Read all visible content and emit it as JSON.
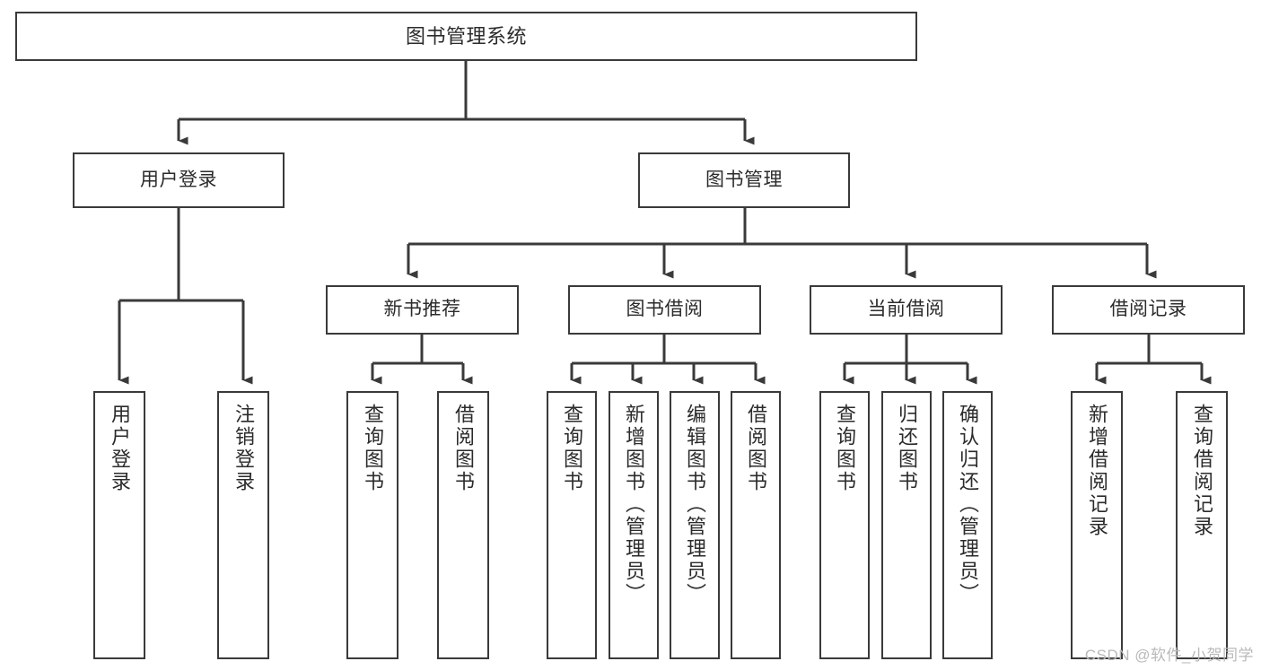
{
  "diagram": {
    "title": "图书管理系统",
    "type": "tree-hierarchy",
    "watermark": "CSDN @软件_小贺同学",
    "colors": {
      "box_border": "#3a3a3a",
      "box_fill": "#ffffff",
      "edge": "#3a3a3a",
      "text": "#2b2b2b",
      "watermark": "#b9b9b9",
      "background": "#ffffff"
    },
    "nodes": {
      "root": {
        "label": "图书管理系统",
        "level": 0
      },
      "user_login": {
        "label": "用户登录",
        "level": 1
      },
      "book_manage": {
        "label": "图书管理",
        "level": 1
      },
      "new_book_rec": {
        "label": "新书推荐",
        "level": 2
      },
      "book_borrow": {
        "label": "图书借阅",
        "level": 2
      },
      "current_borrow": {
        "label": "当前借阅",
        "level": 2
      },
      "borrow_record": {
        "label": "借阅记录",
        "level": 2
      },
      "leaf_user_login": {
        "label": "用户登录",
        "level": 2
      },
      "leaf_logout": {
        "label": "注销登录",
        "level": 2
      },
      "leaf_query_book_1": {
        "label": "查询图书",
        "level": 3
      },
      "leaf_borrow_book_1": {
        "label": "借阅图书",
        "level": 3
      },
      "leaf_query_book_2": {
        "label": "查询图书",
        "level": 3
      },
      "leaf_add_book": {
        "label": "新增图书（管理员）",
        "level": 3
      },
      "leaf_edit_book": {
        "label": "编辑图书（管理员）",
        "level": 3
      },
      "leaf_borrow_book_2": {
        "label": "借阅图书",
        "level": 3
      },
      "leaf_query_book_3": {
        "label": "查询图书",
        "level": 3
      },
      "leaf_return_book": {
        "label": "归还图书",
        "level": 3
      },
      "leaf_confirm_return": {
        "label": "确认归还（管理员）",
        "level": 3
      },
      "leaf_add_record": {
        "label": "新增借阅记录",
        "level": 3
      },
      "leaf_query_record": {
        "label": "查询借阅记录",
        "level": 3
      }
    },
    "edges": [
      {
        "from": "root",
        "to": "user_login"
      },
      {
        "from": "root",
        "to": "book_manage"
      },
      {
        "from": "user_login",
        "to": "leaf_user_login"
      },
      {
        "from": "user_login",
        "to": "leaf_logout"
      },
      {
        "from": "book_manage",
        "to": "new_book_rec"
      },
      {
        "from": "book_manage",
        "to": "book_borrow"
      },
      {
        "from": "book_manage",
        "to": "current_borrow"
      },
      {
        "from": "book_manage",
        "to": "borrow_record"
      },
      {
        "from": "new_book_rec",
        "to": "leaf_query_book_1"
      },
      {
        "from": "new_book_rec",
        "to": "leaf_borrow_book_1"
      },
      {
        "from": "book_borrow",
        "to": "leaf_query_book_2"
      },
      {
        "from": "book_borrow",
        "to": "leaf_add_book"
      },
      {
        "from": "book_borrow",
        "to": "leaf_edit_book"
      },
      {
        "from": "book_borrow",
        "to": "leaf_borrow_book_2"
      },
      {
        "from": "current_borrow",
        "to": "leaf_query_book_3"
      },
      {
        "from": "current_borrow",
        "to": "leaf_return_book"
      },
      {
        "from": "current_borrow",
        "to": "leaf_confirm_return"
      },
      {
        "from": "borrow_record",
        "to": "leaf_add_record"
      },
      {
        "from": "borrow_record",
        "to": "leaf_query_record"
      }
    ]
  }
}
